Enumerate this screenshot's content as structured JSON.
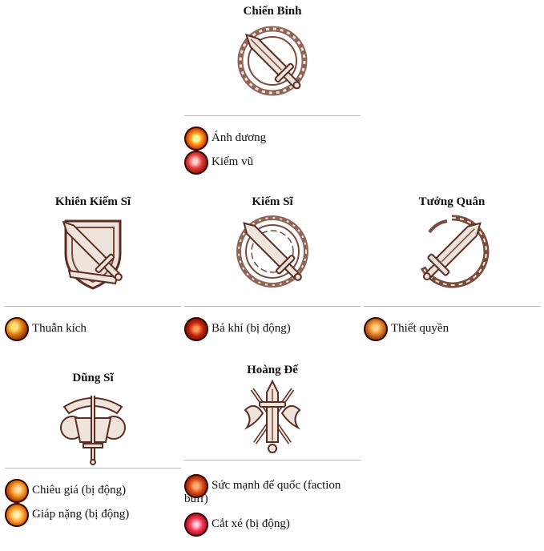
{
  "classes": {
    "chien_binh": {
      "name": "Chiến Binh",
      "skills": [
        {
          "label": "Ánh dương",
          "icon": "sun-burst-icon"
        },
        {
          "label": "Kiếm vũ",
          "icon": "sword-dance-icon"
        }
      ]
    },
    "khien_kiem_si": {
      "name": "Khiên Kiếm Sĩ",
      "skills": [
        {
          "label": "Thuẫn kích",
          "icon": "shield-strike-icon"
        }
      ]
    },
    "kiem_si": {
      "name": "Kiếm Sĩ",
      "skills": [
        {
          "label": "Bá khí (bị động)",
          "icon": "aura-icon"
        }
      ]
    },
    "tuong_quan": {
      "name": "Tướng Quân",
      "skills": [
        {
          "label": "Thiết quyền",
          "icon": "iron-fist-icon"
        }
      ]
    },
    "dung_si": {
      "name": "Dũng Sĩ",
      "skills": [
        {
          "label": "Chiêu giá (bị động)",
          "icon": "parry-icon"
        },
        {
          "label": "Giáp nặng (bị động)",
          "icon": "heavy-armor-icon"
        }
      ]
    },
    "hoang_de": {
      "name": "Hoàng Đế",
      "skills": [
        {
          "label": "Sức mạnh đế quốc (faction buff)",
          "icon": "imperial-might-icon"
        },
        {
          "label": "Cắt xé (bị động)",
          "icon": "rend-icon"
        }
      ]
    }
  },
  "colors": {
    "emblem_line": "#7a4a3a",
    "emblem_fill": "#efe4dc",
    "divider": "#b9b9b9"
  }
}
